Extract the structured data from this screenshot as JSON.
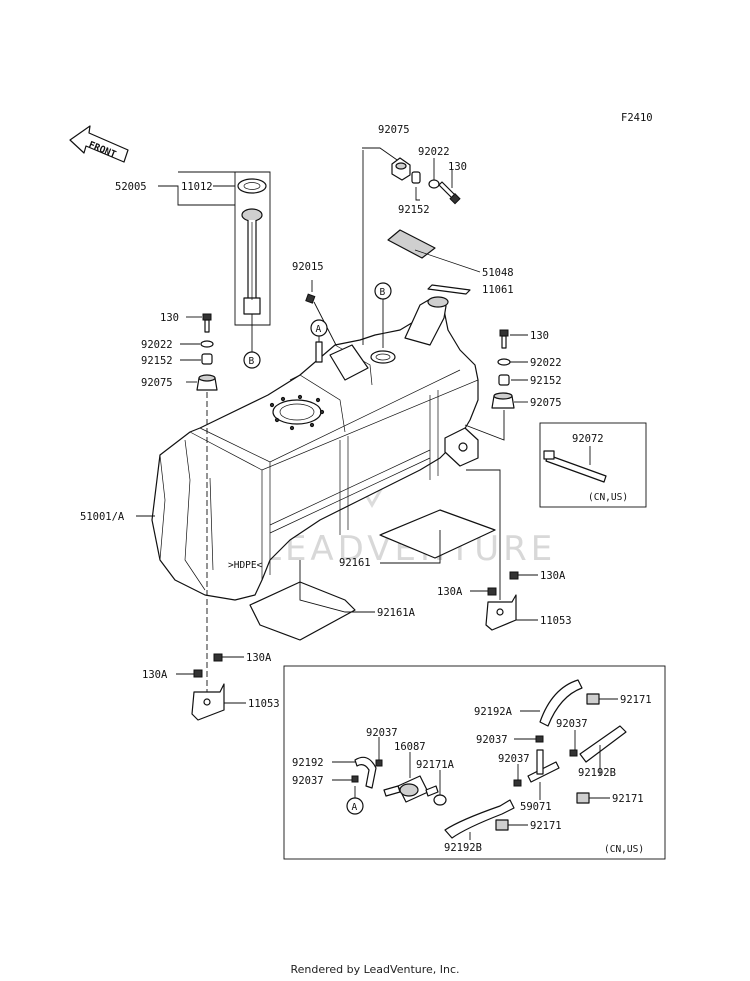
{
  "diagram": {
    "code": "F2410",
    "front_label": "FRONT",
    "watermark": "LEADVENTURE",
    "region_note": "(CN,US)",
    "callouts": {
      "A": "A",
      "B": "B"
    },
    "parts": {
      "p92075_top": "92075",
      "p92022_top": "92022",
      "p130_top": "130",
      "p92152_top": "92152",
      "p52005": "52005",
      "p11012": "11012",
      "p51048": "51048",
      "p11061": "11061",
      "p92015": "92015",
      "p130_left": "130",
      "p92022_left": "92022",
      "p92152_left": "92152",
      "p92075_left": "92075",
      "p130_right": "130",
      "p92022_right": "92022",
      "p92152_right": "92152",
      "p92075_right": "92075",
      "p92072": "92072",
      "p51001A": "51001/A",
      "p92161": "92161",
      "p130A_r1": "130A",
      "p130A_r2": "130A",
      "p11053_r": "11053",
      "p92161A": "92161A",
      "p130A_l1": "130A",
      "p130A_l2": "130A",
      "p11053_l": "11053",
      "p92192A": "92192A",
      "p92171_a": "92171",
      "p92037_a": "92037",
      "p16087": "16087",
      "p92037_b": "92037",
      "p92037_c": "92037",
      "p92192": "92192",
      "p92037_d": "92037",
      "p92171A": "92171A",
      "p92037_e": "92037",
      "p92192B_r": "92192B",
      "p59071": "59071",
      "p92171_b": "92171",
      "p92171_c": "92171",
      "p92192B_b": "92192B"
    }
  },
  "footer": {
    "text": "Rendered by LeadVenture, Inc."
  }
}
